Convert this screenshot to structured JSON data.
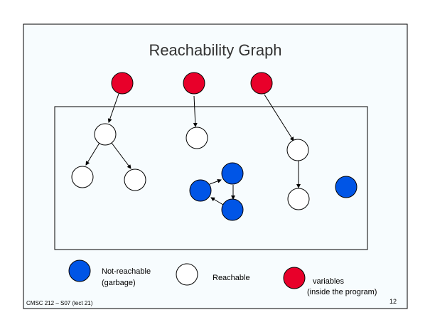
{
  "slide": {
    "title": "Reachability Graph",
    "footer_left": "CMSC 212 – S07 (lect 21)",
    "page_number": "12"
  },
  "colors": {
    "variable": "#e8002a",
    "reachable": "#ffffff",
    "not_reachable": "#0055e6",
    "outline": "#000000",
    "slide_background": "#f7fcfe"
  },
  "legend": {
    "not_reachable_line1": "Not-reachable",
    "not_reachable_line2": "(garbage)",
    "reachable": "Reachable",
    "variables_line1": "variables",
    "variables_line2": "(inside the program)"
  }
}
